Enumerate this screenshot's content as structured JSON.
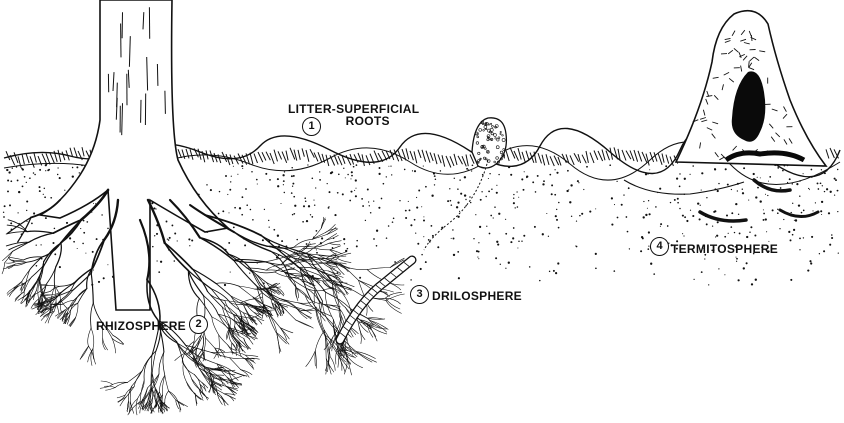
{
  "zones": [
    {
      "number": "1",
      "name_line1": "LITTER-SUPERFICIAL",
      "name_line2": "ROOTS"
    },
    {
      "number": "2",
      "name": "RHIZOSPHERE"
    },
    {
      "number": "3",
      "name": "DRILOSPHERE"
    },
    {
      "number": "4",
      "name": "TERMITOSPHERE"
    }
  ],
  "colors": {
    "ink": "#111111",
    "paper": "#ffffff",
    "nest_cavity": "#0a0a0a"
  },
  "icons": [
    "tree-trunk",
    "root-system",
    "earthworm",
    "worm-cast",
    "termite-mound"
  ]
}
